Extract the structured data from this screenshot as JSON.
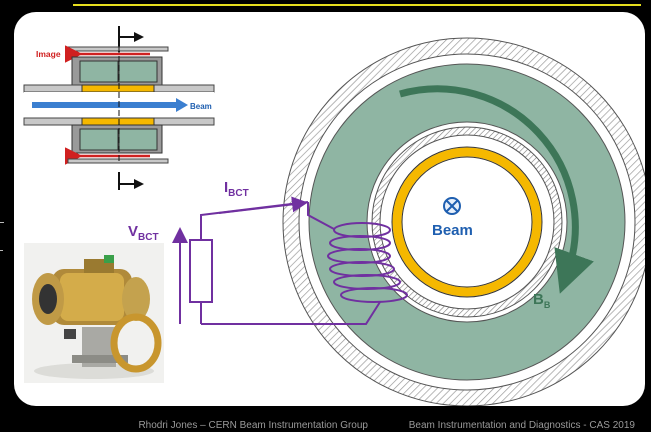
{
  "diagram": {
    "cross_section": {
      "image_label": "Image",
      "beam_label": "Beam"
    },
    "toroid": {
      "beam_label": "Beam",
      "field_label_main": "B",
      "field_label_sub": "B"
    },
    "circuit": {
      "current_label_main": "I",
      "current_label_sub": "BCT",
      "voltage_label_main": "V",
      "voltage_label_sub": "BCT"
    },
    "colors": {
      "toroid_core": "#8fb5a3",
      "beam_pipe": "#f5b800",
      "winding": "#7030a0",
      "beam_blue": "#1f5fb0",
      "image_current": "#d02020",
      "field_arrow": "#3d7658"
    },
    "photo": "photo of a beam current transformer"
  },
  "footer": {
    "left": "Rhodri Jones – CERN Beam Instrumentation Group",
    "right": "Beam Instrumentation and Diagnostics - CAS 2019"
  }
}
